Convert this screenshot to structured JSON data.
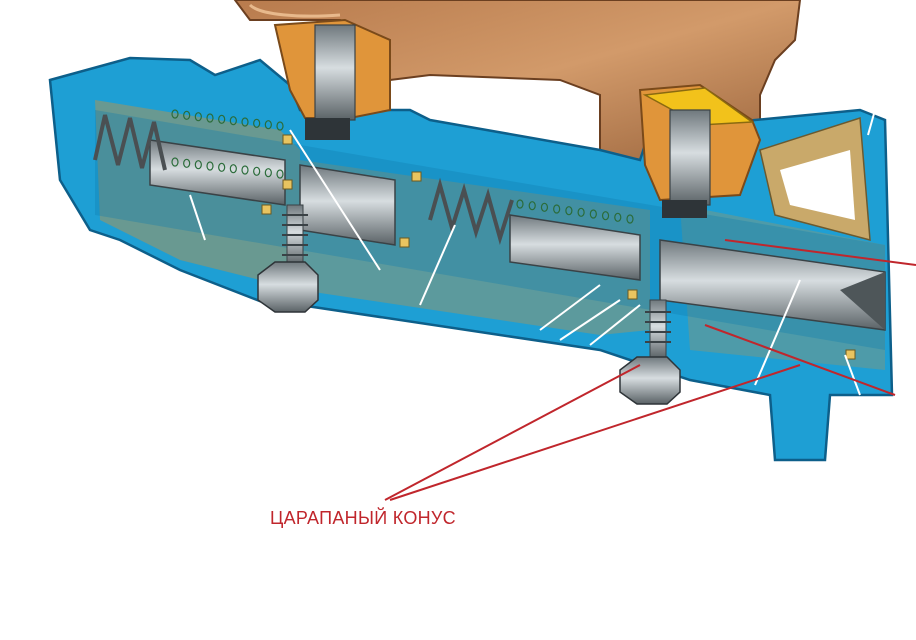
{
  "callout": {
    "text": "ЦАРАПАНЫЙ КОНУС",
    "color": "#c0262c"
  },
  "colors": {
    "body_blue": "#1e9fd4",
    "body_dark": "#0d5f8a",
    "reservoir": "#c48a5a",
    "reservoir_dark": "#7a4a28",
    "fitting_orange": "#e0953a",
    "cap_yellow": "#f2c21b",
    "cavity_olive": "#a8945a",
    "steel": "#9aa3a8",
    "annotation_red": "#c0262c"
  },
  "icons": [
    "master-cylinder-cutaway",
    "spring",
    "piston",
    "bleed-screw",
    "seal-ring"
  ]
}
